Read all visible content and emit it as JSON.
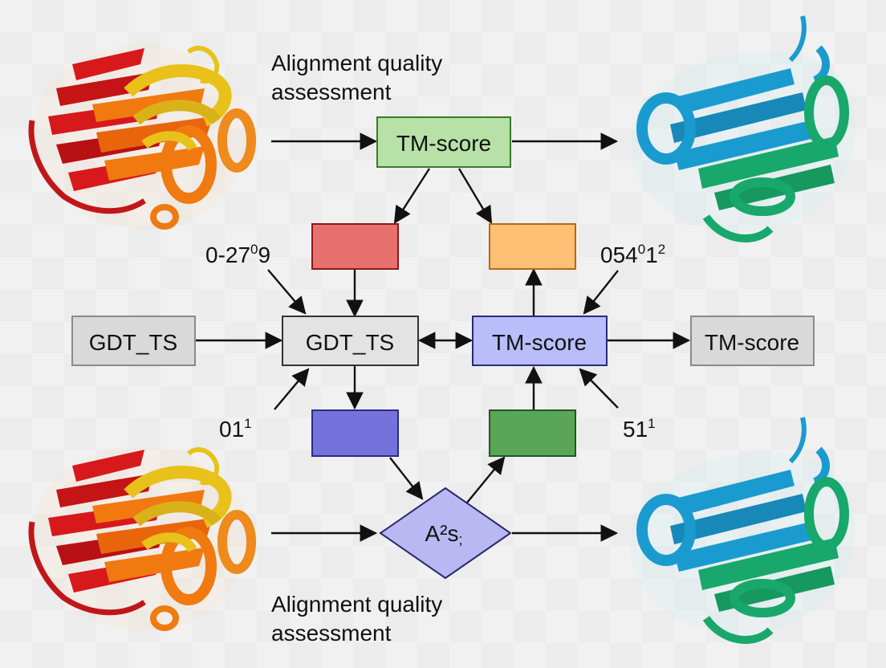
{
  "captions": {
    "top": [
      "Alignment quality",
      "assessment"
    ],
    "bottom": [
      "Alignment quality",
      "assessment"
    ]
  },
  "nodes": {
    "tm_score_top": {
      "label": "TM-score",
      "fill": "#b7e1a6",
      "stroke": "#3a7a2a"
    },
    "gdt_ts_left": {
      "label": "GDT_TS",
      "fill": "#d9d9d9",
      "stroke": "#8a8a8a"
    },
    "gdt_ts_center": {
      "label": "GDT_TS",
      "fill": "#e3e3e3",
      "stroke": "#333333"
    },
    "tm_score_center": {
      "label": "TM-score",
      "fill": "#b9bdfa",
      "stroke": "#2a2a7a"
    },
    "tm_score_right": {
      "label": "TM-score",
      "fill": "#d9d9d9",
      "stroke": "#8a8a8a"
    },
    "red_box": {
      "fill": "#e8706e",
      "stroke": "#8a1a1a"
    },
    "orange_box": {
      "fill": "#fdbf74",
      "stroke": "#b36a12"
    },
    "blue_box": {
      "fill": "#7672dc",
      "stroke": "#2a2a8a"
    },
    "green_box": {
      "fill": "#5aa557",
      "stroke": "#1f5a1f"
    },
    "diamond": {
      "label_main": "A²s",
      "label_sub": ";",
      "fill": "#b9b8f2",
      "stroke": "#2a2a6a"
    }
  },
  "annotations": {
    "top_left": {
      "main": "0-27",
      "sup": "0",
      "tail": "9"
    },
    "top_right": {
      "main": "054",
      "sup": "0",
      "tail": "1",
      "sup2": "2"
    },
    "bottom_left": {
      "main": "01",
      "sup": "1"
    },
    "bottom_right": {
      "main": "51",
      "sup": "1"
    }
  },
  "proteins": {
    "top_left": {
      "name": "protein-structure-warm",
      "colors": [
        "#d7191c",
        "#f07a10",
        "#e8c21a"
      ]
    },
    "bottom_left": {
      "name": "protein-structure-warm",
      "colors": [
        "#d7191c",
        "#f07a10",
        "#e8c21a"
      ]
    },
    "top_right": {
      "name": "protein-structure-cool",
      "colors": [
        "#1a9bcf",
        "#18a86b"
      ]
    },
    "bottom_right": {
      "name": "protein-structure-cool",
      "colors": [
        "#1a9bcf",
        "#18a86b"
      ]
    }
  }
}
